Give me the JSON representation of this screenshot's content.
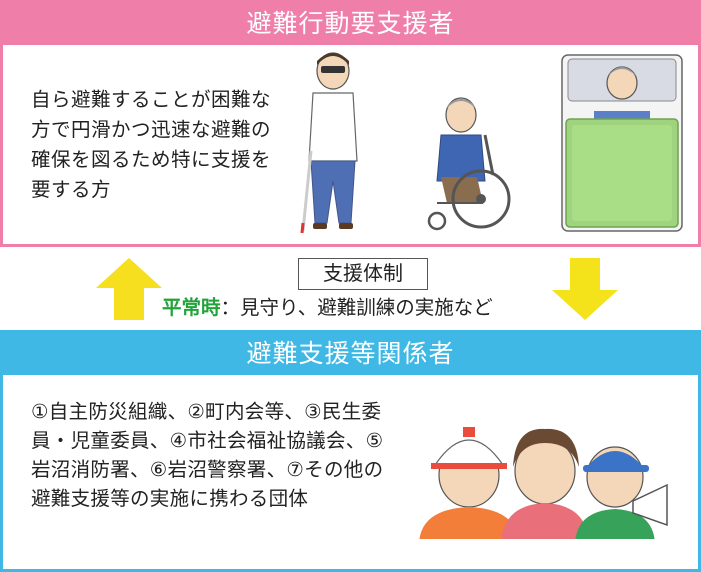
{
  "top_panel": {
    "title": "避難行動要支援者",
    "description": "自ら避難することが困難な方で円滑かつ迅速な避難の確保を図るため特に支援を要する方"
  },
  "middle": {
    "box_label": "支援体制",
    "normal_time_label": "平常時",
    "normal_time_text": "：見守り、避難訓練の実施など"
  },
  "bottom_panel": {
    "title": "避難支援等関係者",
    "description": "①自主防災組織、②町内会等、③民生委員・児童委員、④市社会福祉協議会、⑤岩沼消防署、⑥岩沼警察署、⑦その他の避難支援等の実施に携わる団体"
  },
  "colors": {
    "pink": "#ef7fa9",
    "blue": "#3fb8e6",
    "arrow_yellow": "#f4e21a",
    "arrow_up_yellow": "#f5df1e",
    "green_text": "#22a33a"
  },
  "icons": {
    "up_arrow": "arrow-up-icon",
    "down_arrow": "arrow-down-icon"
  }
}
